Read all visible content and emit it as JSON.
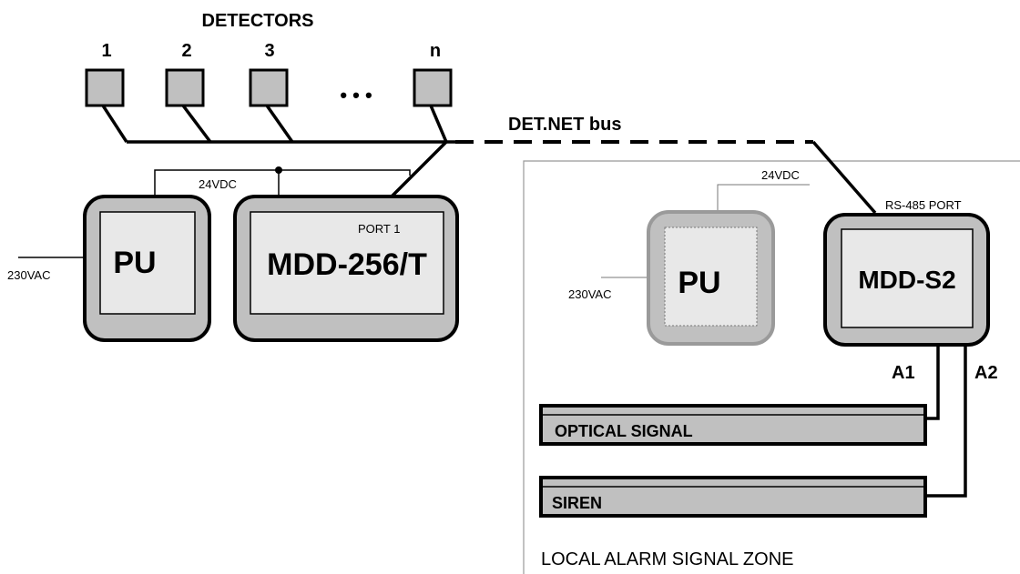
{
  "title": "DETECTORS",
  "detectors": {
    "labels": [
      "1",
      "2",
      "3",
      "n"
    ],
    "ellipsis": "• • •"
  },
  "bus": {
    "label": "DET.NET bus"
  },
  "left_system": {
    "power_label": "24VDC",
    "mains_label": "230VAC",
    "pu_label": "PU",
    "controller_label": "MDD-256/T",
    "port_label": "PORT 1"
  },
  "zone": {
    "label": "LOCAL ALARM SIGNAL ZONE",
    "power_label": "24VDC",
    "mains_label": "230VAC",
    "pu_label": "PU",
    "port_label": "RS-485 PORT",
    "module_label": "MDD-S2",
    "output_a1": "A1",
    "output_a2": "A2",
    "optical_label": "OPTICAL SIGNAL",
    "siren_label": "SIREN"
  },
  "colors": {
    "box_fill": "#c0c0c0",
    "inner_fill": "#e8e8e8",
    "line": "#000000",
    "zone_border": "#999999",
    "pu_faded_border": "#9a9a9a"
  }
}
